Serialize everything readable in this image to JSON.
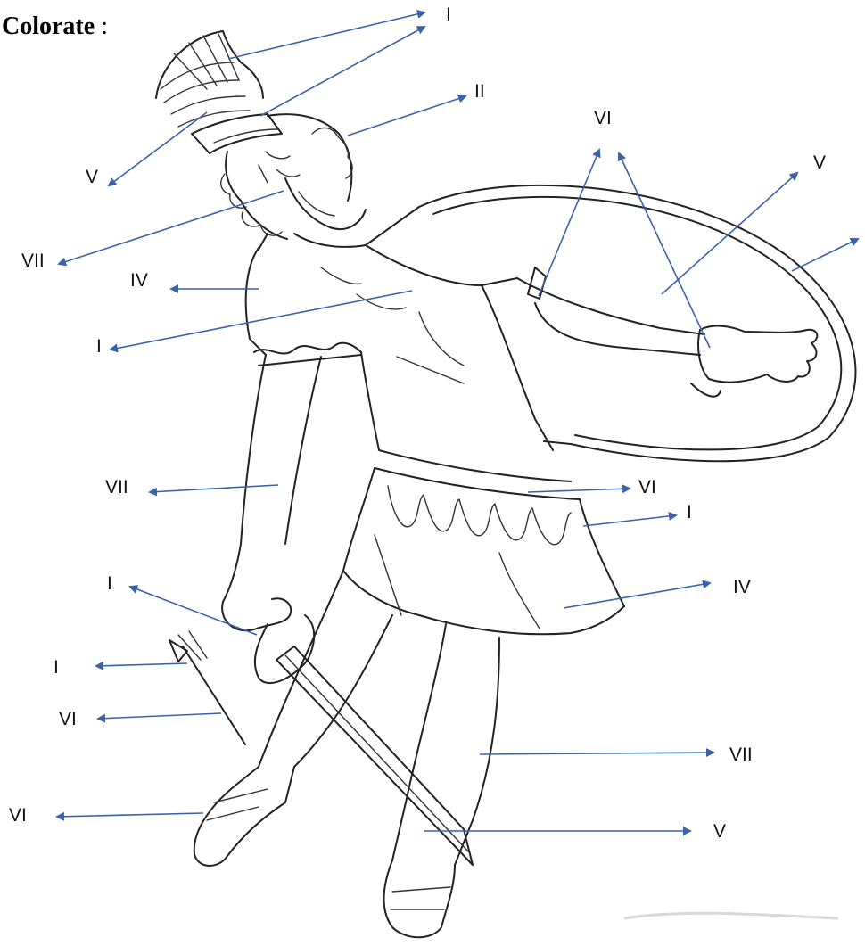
{
  "header": {
    "title_bold": "Colorate",
    "title_suffix": " :"
  },
  "labels": {
    "crest_top": "I",
    "band_head": "II",
    "crest_left": "V",
    "beard": "VII",
    "shoulder": "IV",
    "chest": "I",
    "armband_strap": "VI",
    "shield_inner": "V",
    "arm_upper": "VII",
    "belt": "VI",
    "skirt_top": "I",
    "skirt_low": "IV",
    "hand_left": "I",
    "arrow_head": "I",
    "arrow_shaft": "VI",
    "leg": "VII",
    "sandal_left": "VI",
    "sword_blade": "V"
  },
  "colors": {
    "arrow": "#3a62a8",
    "ink": "#222222",
    "label": "#111111"
  },
  "figure": {
    "subject": "warrior-with-shield-and-sword-coloring-outline"
  }
}
